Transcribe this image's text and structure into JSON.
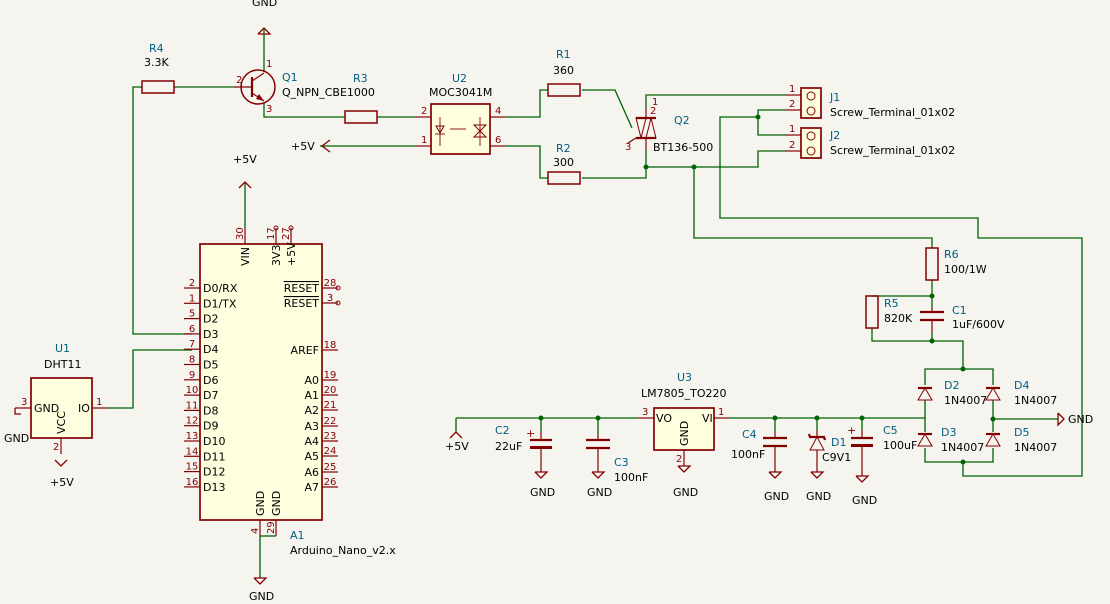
{
  "refs": {
    "r1": "R1",
    "r2": "R2",
    "r3": "R3",
    "r4": "R4",
    "r5": "R5",
    "r6": "R6",
    "q1": "Q1",
    "q2": "Q2",
    "u1": "U1",
    "u2": "U2",
    "u3": "U3",
    "a1": "A1",
    "j1": "J1",
    "j2": "J2",
    "c1": "C1",
    "c2": "C2",
    "c3": "C3",
    "c4": "C4",
    "c5": "C5",
    "d1": "D1",
    "d2": "D2",
    "d3": "D3",
    "d4": "D4",
    "d5": "D5"
  },
  "values": {
    "r1": "360",
    "r2": "300",
    "r3": "R3",
    "r4": "3.3K",
    "r5": "820K",
    "r6": "100/1W",
    "q1": "Q_NPN_CBE1000",
    "q2": "BT136-500",
    "u1": "DHT11",
    "u2": "MOC3041M",
    "u3": "LM7805_TO220",
    "a1": "Arduino_Nano_v2.x",
    "j1": "Screw_Terminal_01x02",
    "j2": "Screw_Terminal_01x02",
    "c1": "1uF/600V",
    "c2": "22uF",
    "c3": "100nF",
    "c4": "100nF",
    "c5": "100uF",
    "d1": "C9V1",
    "d2": "1N4007",
    "d3": "1N4007",
    "d4": "1N4007",
    "d5": "1N4007"
  },
  "power": {
    "gnd": "GND",
    "p5v": "+5V"
  },
  "nano": {
    "left_pins": [
      {
        "name": "D0/RX",
        "num": "2"
      },
      {
        "name": "D1/TX",
        "num": "1"
      },
      {
        "name": "D2",
        "num": "5"
      },
      {
        "name": "D3",
        "num": "6"
      },
      {
        "name": "D4",
        "num": "7"
      },
      {
        "name": "D5",
        "num": "8"
      },
      {
        "name": "D6",
        "num": "9"
      },
      {
        "name": "D7",
        "num": "10"
      },
      {
        "name": "D8",
        "num": "11"
      },
      {
        "name": "D9",
        "num": "12"
      },
      {
        "name": "D10",
        "num": "13"
      },
      {
        "name": "D11",
        "num": "14"
      },
      {
        "name": "D12",
        "num": "15"
      },
      {
        "name": "D13",
        "num": "16"
      }
    ],
    "right_pins": [
      {
        "name": "RESET",
        "num": "28"
      },
      {
        "name": "RESET",
        "num": "3"
      },
      {
        "name": "AREF",
        "num": "18"
      },
      {
        "name": "A0",
        "num": "19"
      },
      {
        "name": "A1",
        "num": "20"
      },
      {
        "name": "A2",
        "num": "21"
      },
      {
        "name": "A3",
        "num": "22"
      },
      {
        "name": "A4",
        "num": "23"
      },
      {
        "name": "A5",
        "num": "24"
      },
      {
        "name": "A6",
        "num": "25"
      },
      {
        "name": "A7",
        "num": "26"
      }
    ],
    "top_pins": [
      {
        "name": "VIN",
        "num": "30"
      },
      {
        "name": "3V3",
        "num": "17"
      },
      {
        "name": "+5V",
        "num": "27"
      }
    ],
    "bottom_pins": [
      {
        "name": "GND",
        "num": "4"
      },
      {
        "name": "GND",
        "num": "29"
      }
    ]
  },
  "pins": {
    "dht_gnd": "GND",
    "dht_vcc": "VCC",
    "dht_io": "IO",
    "dht_gnd_num": "3",
    "dht_vcc_num": "2",
    "dht_io_num": "1",
    "u2_p2": "2",
    "u2_p1": "1",
    "u2_p4": "4",
    "u2_p6": "6",
    "q1_p1": "1",
    "q1_p2": "2",
    "q1_p3": "3",
    "q2_p1": "1",
    "q2_p2": "2",
    "q2_p3": "3",
    "j1_p1": "1",
    "j1_p2": "2",
    "j2_p1": "1",
    "j2_p2": "2",
    "u3_vo": "VO",
    "u3_vi": "VI",
    "u3_gnd": "GND",
    "u3_p3": "3",
    "u3_p1": "1",
    "u3_p2": "2"
  }
}
